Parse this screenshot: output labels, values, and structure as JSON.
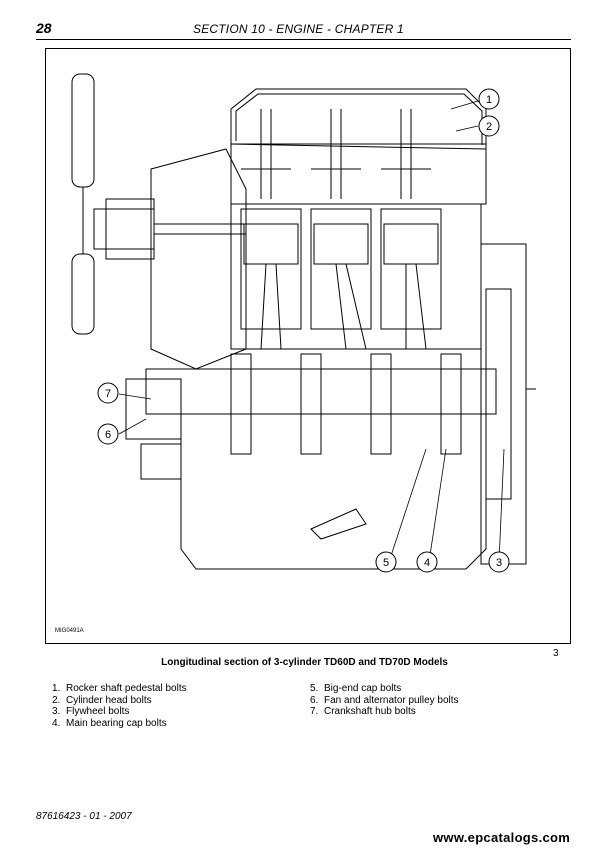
{
  "header": {
    "page_number": "28",
    "title": "SECTION 10 - ENGINE - CHAPTER 1"
  },
  "figure": {
    "code": "MIG0491A",
    "caption": "Longitudinal section of 3-cylinder TD60D and TD70D Models",
    "number": "3",
    "callouts": [
      "1",
      "2",
      "3",
      "4",
      "5",
      "6",
      "7"
    ]
  },
  "legend": {
    "left": [
      {
        "num": "1.",
        "text": "Rocker shaft pedestal bolts"
      },
      {
        "num": "2.",
        "text": "Cylinder head bolts"
      },
      {
        "num": "3.",
        "text": "Flywheel bolts"
      },
      {
        "num": "4.",
        "text": "Main bearing cap bolts"
      }
    ],
    "right": [
      {
        "num": "5.",
        "text": "Big-end cap bolts"
      },
      {
        "num": "6.",
        "text": "Fan and alternator pulley bolts"
      },
      {
        "num": "7.",
        "text": "Crankshaft hub bolts"
      }
    ]
  },
  "footer": {
    "code": "87616423 - 01 - 2007",
    "watermark": "www.epcatalogs.com"
  }
}
